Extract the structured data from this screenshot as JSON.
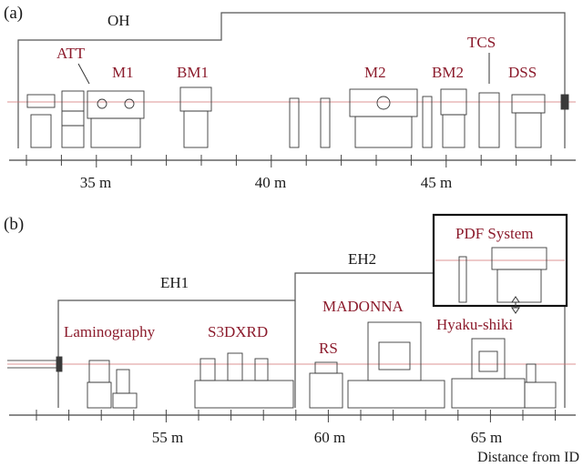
{
  "panel_a": {
    "tag": "(a)",
    "hutch": "OH",
    "components": [
      "ATT",
      "M1",
      "BM1",
      "M2",
      "BM2",
      "TCS",
      "DSS"
    ],
    "axis_labels": [
      "35 m",
      "40 m",
      "45 m"
    ]
  },
  "panel_b": {
    "tag": "(b)",
    "hutches": [
      "EH1",
      "EH2"
    ],
    "components": [
      "Laminography",
      "S3DXRD",
      "RS",
      "MADONNA",
      "Hyaku-shiki"
    ],
    "inset_title": "PDF System",
    "axis_labels": [
      "55 m",
      "60 m",
      "65 m"
    ],
    "axis_title": "Distance from ID"
  },
  "colors": {
    "label": "#8b1a2b",
    "line": "#444444",
    "beam": "#d07070",
    "equipment": "#3a3a3a"
  }
}
